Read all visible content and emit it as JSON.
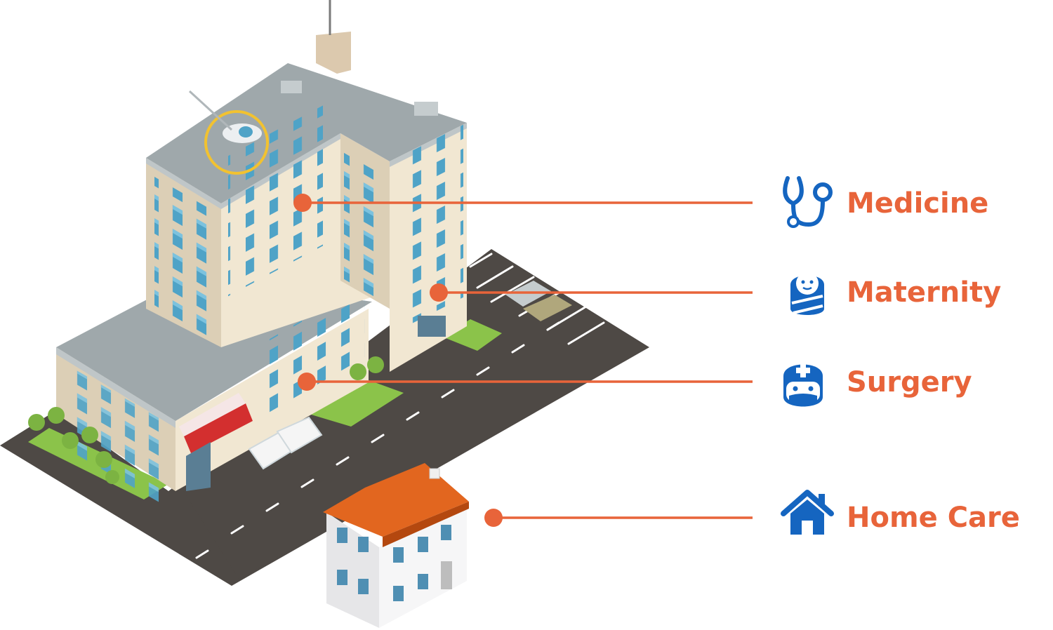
{
  "colors": {
    "accent": "#E8643A",
    "icon_blue": "#1565C0",
    "road": "#4E4945",
    "roof": "#9FA8AB",
    "wall": "#F1E7D2",
    "window": "#4FA3C7",
    "grass": "#8BC34A",
    "house_roof": "#E2661F"
  },
  "legend": [
    {
      "label": "Medicine",
      "icon": "stethoscope-icon"
    },
    {
      "label": "Maternity",
      "icon": "baby-icon"
    },
    {
      "label": "Surgery",
      "icon": "surgeon-icon"
    },
    {
      "label": "Home Care",
      "icon": "house-icon"
    }
  ]
}
